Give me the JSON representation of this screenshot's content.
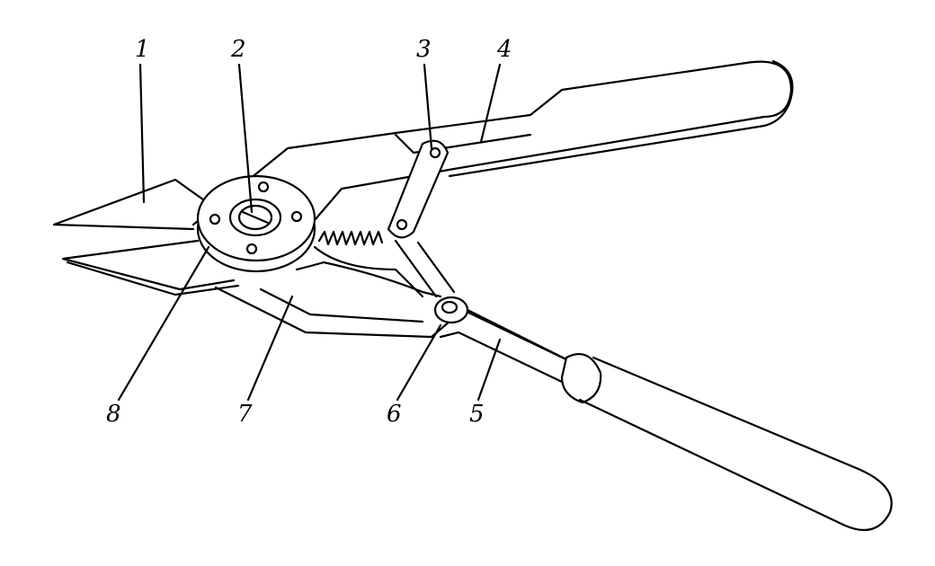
{
  "diagram": {
    "labels": [
      {
        "id": "1",
        "text": "1"
      },
      {
        "id": "2",
        "text": "2"
      },
      {
        "id": "3",
        "text": "3"
      },
      {
        "id": "4",
        "text": "4"
      },
      {
        "id": "5",
        "text": "5"
      },
      {
        "id": "6",
        "text": "6"
      },
      {
        "id": "7",
        "text": "7"
      },
      {
        "id": "8",
        "text": "8"
      }
    ],
    "colors": {
      "ink": "#000000",
      "paper": "#ffffff"
    }
  }
}
